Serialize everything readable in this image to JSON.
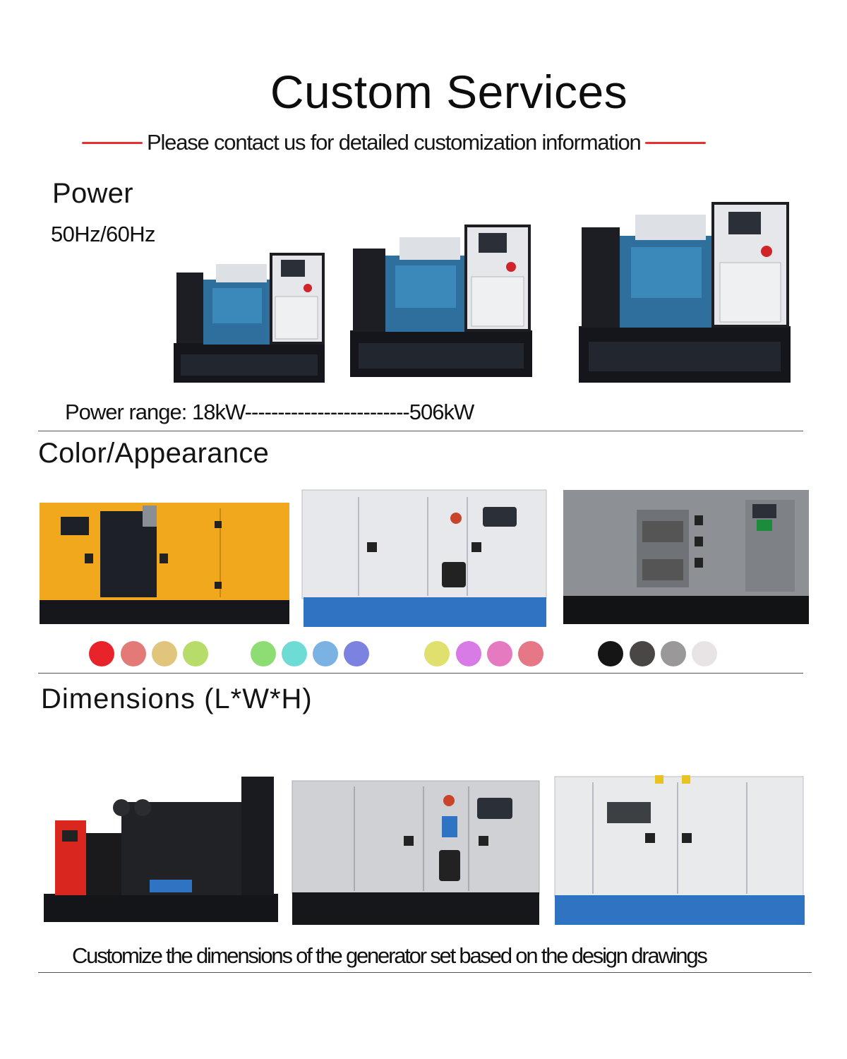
{
  "header": {
    "title": "Custom Services",
    "subtitle": "Please contact us for detailed customization information",
    "accent_color": "#e8302f"
  },
  "power": {
    "title": "Power",
    "frequency": "50Hz/60Hz",
    "range_text": "Power range: 18kW-------------------------506kW",
    "images": [
      "open-frame-generator-small",
      "open-frame-generator-medium",
      "open-frame-generator-large"
    ]
  },
  "color": {
    "title": "Color/Appearance",
    "images": [
      "yellow-silent-generator",
      "white-blue-silent-generator",
      "grey-black-silent-generator"
    ],
    "swatches": [
      "#e8232a",
      "#e37a78",
      "#e1c57d",
      "#b8dc6a",
      "#8ddc74",
      "#6fdbd5",
      "#7ab2e3",
      "#7b82e0",
      "#e0e06e",
      "#d97be6",
      "#e57ac0",
      "#e57786",
      "#151515",
      "#4a4646",
      "#9a9898",
      "#e8e4e6"
    ]
  },
  "dimensions": {
    "title": "Dimensions (L*W*H)",
    "images": [
      "open-frame-generator-red-panel",
      "grey-silent-generator",
      "white-silent-generator-blue-base"
    ],
    "caption": "Customize the dimensions of the generator set based on the design drawings"
  }
}
